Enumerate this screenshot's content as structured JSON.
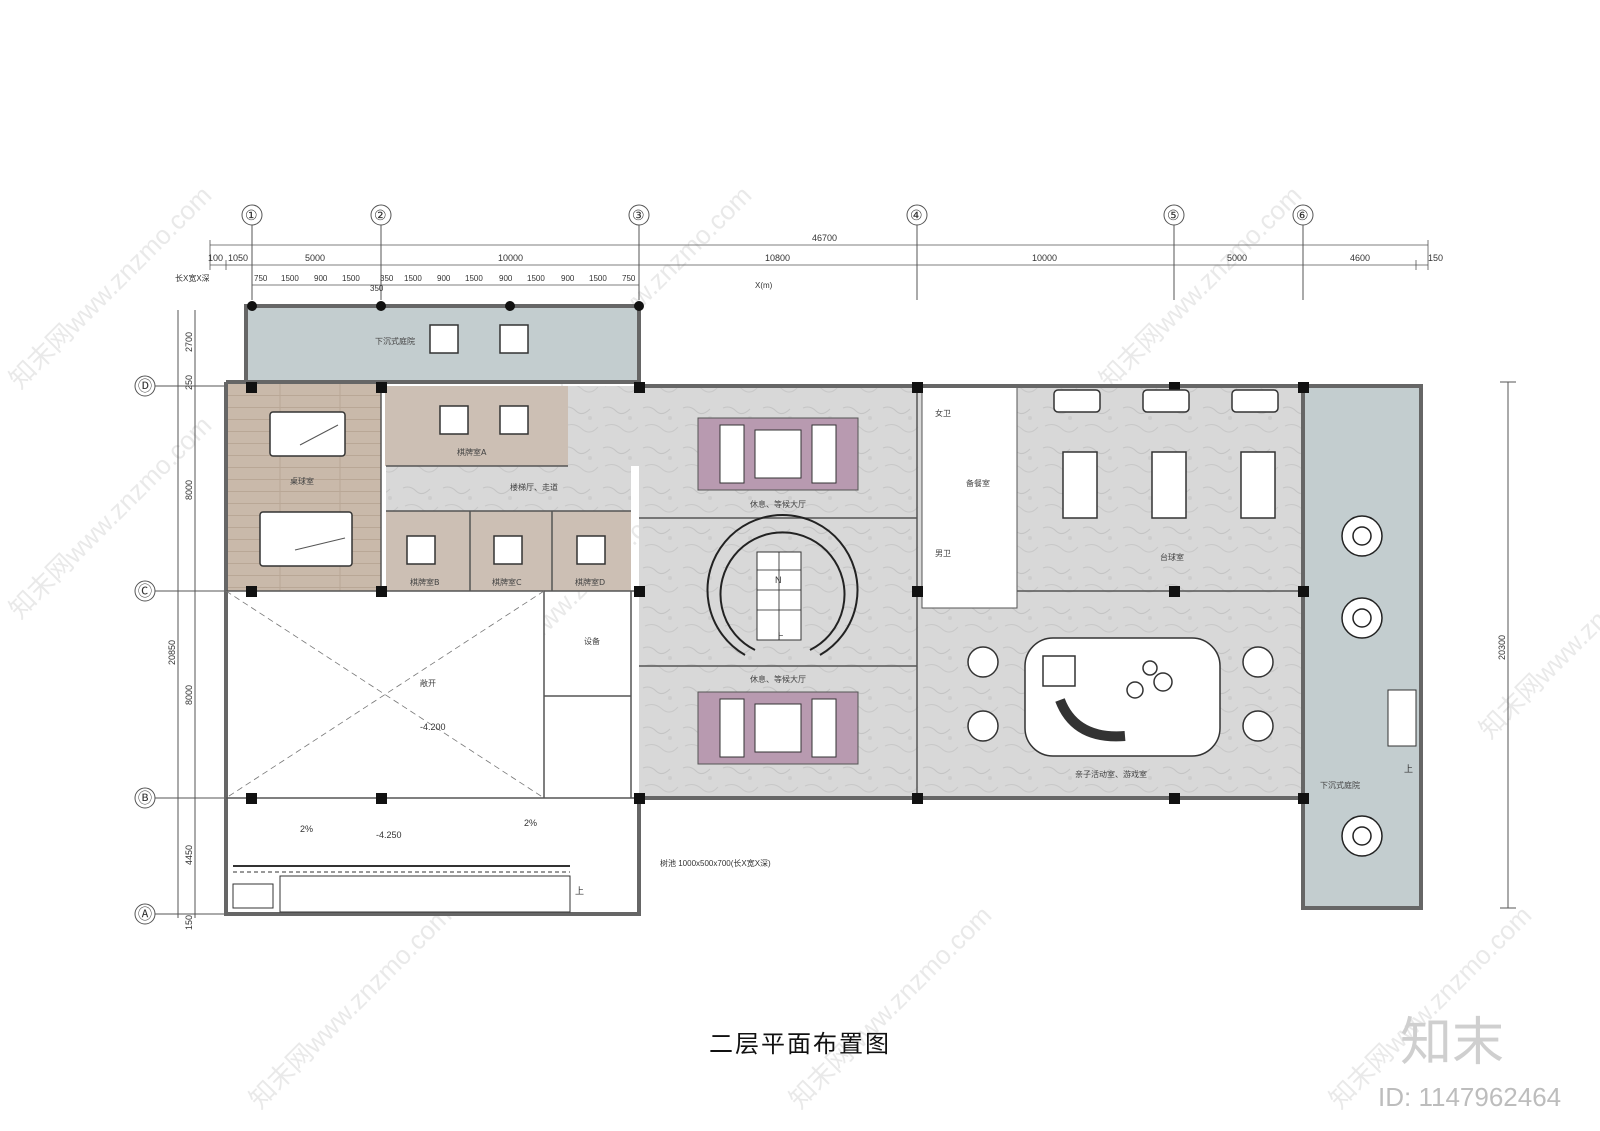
{
  "drawing": {
    "title": "二层平面布置图",
    "brand": "知末",
    "image_id": "ID: 1147962464",
    "watermark": "知末网www.znzmo.com"
  },
  "axes": {
    "columns": [
      "①",
      "②",
      "③",
      "④",
      "⑤",
      "⑥"
    ],
    "rows": [
      "Ⓓ",
      "Ⓒ",
      "Ⓑ",
      "Ⓐ"
    ]
  },
  "dimensions": {
    "overall": "46700",
    "top_main": [
      "100",
      "1050",
      "5000",
      "10000",
      "10800",
      "10000",
      "5000",
      "4600",
      "150"
    ],
    "top_sub": [
      "750",
      "1500",
      "900",
      "1500",
      "350",
      "1500",
      "900",
      "1500",
      "900",
      "1500",
      "900",
      "1500",
      "750"
    ],
    "sub_note": "350",
    "left_note": "长X宽X深",
    "axis_note": "X(m)",
    "left_overall": "20850",
    "left_parts": [
      "2700",
      "250",
      "8000",
      "8000",
      "4450",
      "150"
    ],
    "right_overall": "20300"
  },
  "rooms": {
    "sunken_top": "下沉式庭院",
    "billiards": "桌球室",
    "chess_a": "棋牌室A",
    "stair_corridor": "楼梯厅、走道",
    "chess_b": "棋牌室B",
    "chess_c": "棋牌室C",
    "chess_d": "棋牌室D",
    "rest_hall_top": "休息、等候大厅",
    "rest_hall_bottom": "休息、等候大厅",
    "female_wc": "女卫",
    "male_wc": "男卫",
    "pantry": "备餐室",
    "pingpong": "台球室",
    "kids": "亲子活动室、游戏室",
    "sunken_right": "下沉式庭院",
    "void": "敞开",
    "equipment": "设备"
  },
  "levels": {
    "void_level": "-4.200",
    "lower_level": "-4.250",
    "slope_left": "2%",
    "slope_right": "2%"
  },
  "stairs": {
    "up_center": "上",
    "up_right": "上",
    "up_bottom": "上",
    "north": "N"
  },
  "notes": {
    "planter": "树池 1000x500x700(长X宽X深)"
  },
  "colors": {
    "wood_floor": "#c9b8a8",
    "stone_floor": "#d9d9d9",
    "courtyard": "#c3cdcf",
    "rug": "#b89ab0",
    "wall": "#666666",
    "column": "#111111"
  }
}
